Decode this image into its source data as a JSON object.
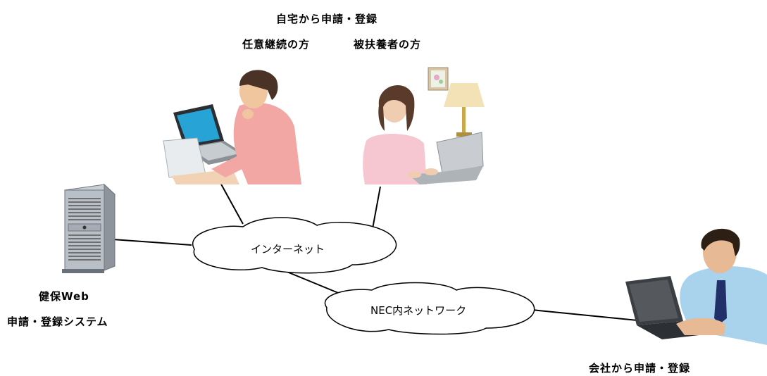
{
  "labels": {
    "home_title": "自宅から申請・登録",
    "continuation": "任意継続の方",
    "dependent": "被扶養者の方",
    "internet": "インターネット",
    "nec_network": "NEC内ネットワーク",
    "system_line1": "健保Web",
    "system_line2": "申請・登録システム",
    "office": "会社から申請・登録"
  },
  "icons": [
    "server-icon",
    "man-with-laptop-icon",
    "woman-with-laptop-icon",
    "office-worker-icon",
    "desk-lamp-icon",
    "wall-picture-icon"
  ]
}
